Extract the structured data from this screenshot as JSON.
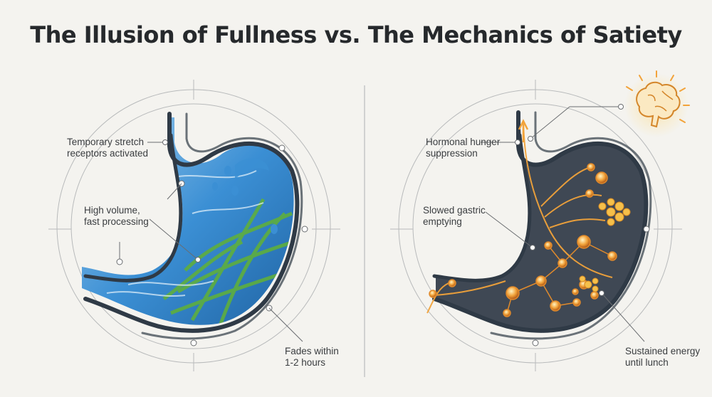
{
  "title": "The Illusion of Fullness vs. The Mechanics of Satiety",
  "left": {
    "labels": [
      "Temporary stretch\nreceptors activated",
      "High volume,\nfast processing",
      "Fades within\n1-2 hours"
    ]
  },
  "right": {
    "labels": [
      "Hormonal hunger\nsuppression",
      "Slowed gastric\nemptying",
      "Sustained energy\nuntil lunch"
    ]
  },
  "icons": [
    "brain-icon"
  ],
  "colors": {
    "water_blue": "#3b8fd4",
    "fiber_green": "#5fae3e",
    "stomach_wall": "#2f3a46",
    "glow_orange": "#f2a33a",
    "background": "#f4f3ef"
  }
}
